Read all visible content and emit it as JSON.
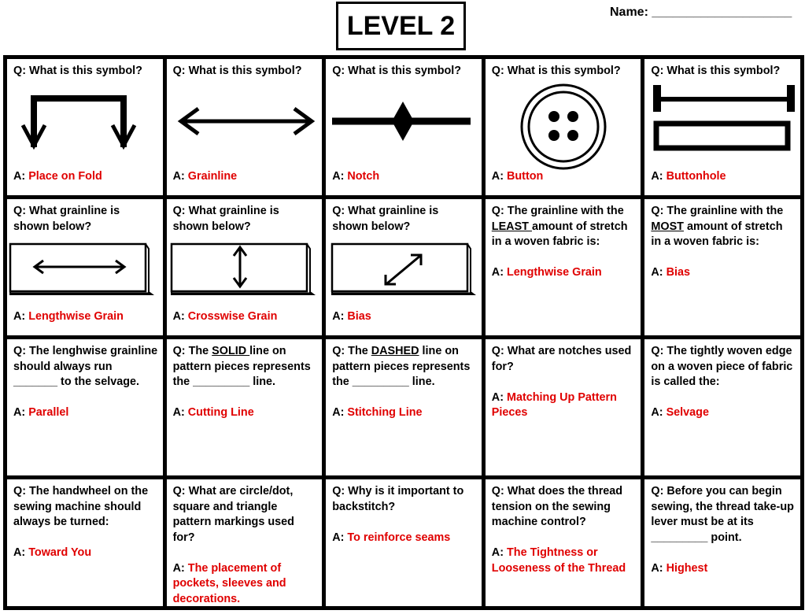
{
  "header": {
    "title": "LEVEL 2",
    "name_label": "Name: ____________________"
  },
  "answer_prefix": "A:",
  "cells": [
    {
      "q": "Q:  What is this symbol?",
      "a": "Place on Fold"
    },
    {
      "q": "Q:  What is this symbol?",
      "a": "Grainline"
    },
    {
      "q": "Q:  What is this symbol?",
      "a": "Notch"
    },
    {
      "q": "Q:  What is this symbol?",
      "a": "Button"
    },
    {
      "q": "Q:  What is this symbol?",
      "a": "Buttonhole"
    },
    {
      "q": "Q:  What grainline is shown below?",
      "a": "Lengthwise Grain"
    },
    {
      "q": "Q:  What grainline is shown below?",
      "a": "Crosswise Grain"
    },
    {
      "q": "Q:  What grainline is shown below?",
      "a": "Bias"
    },
    {
      "q_pre": "Q:  The grainline with the ",
      "q_u": "LEAST ",
      "q_post": "amount of stretch in a woven fabric is:",
      "a": "Lengthwise Grain"
    },
    {
      "q_pre": "Q:  The grainline with the ",
      "q_u": "MOST",
      "q_post": " amount of stretch in a woven fabric is:",
      "a": "Bias"
    },
    {
      "q": "Q:  The lenghwise grainline should always run _______ to the selvage.",
      "a": " Parallel"
    },
    {
      "q_pre": "Q:  The ",
      "q_u": "SOLID ",
      "q_post": "line on pattern pieces represents the _________ line.",
      "a": "Cutting Line"
    },
    {
      "q_pre": "Q:  The ",
      "q_u": "DASHED",
      "q_post": " line on pattern pieces represents the _________ line.",
      "a": " Stitching Line"
    },
    {
      "q": "Q:  What are notches used for?",
      "a": "Matching Up Pattern Pieces"
    },
    {
      "q": "Q:  The tightly woven edge on a woven piece of fabric is called the:",
      "a": "Selvage"
    },
    {
      "q": "Q:  The handwheel on the sewing machine should always be turned:",
      "a": "Toward You"
    },
    {
      "q": "Q:  What are circle/dot, square and triangle pattern markings used for?",
      "a": "The placement of pockets, sleeves and decorations."
    },
    {
      "q": "Q:  Why is it important to backstitch?",
      "a": "To reinforce seams"
    },
    {
      "q": "Q:  What does the thread tension on the sewing machine control?",
      "a": "The Tightness or Looseness of the  Thread"
    },
    {
      "q": "Q:  Before you can begin sewing, the thread take-up lever must be at its _________ point.",
      "a": "Highest"
    }
  ],
  "colors": {
    "answer": "#e00000",
    "border": "#000000"
  }
}
